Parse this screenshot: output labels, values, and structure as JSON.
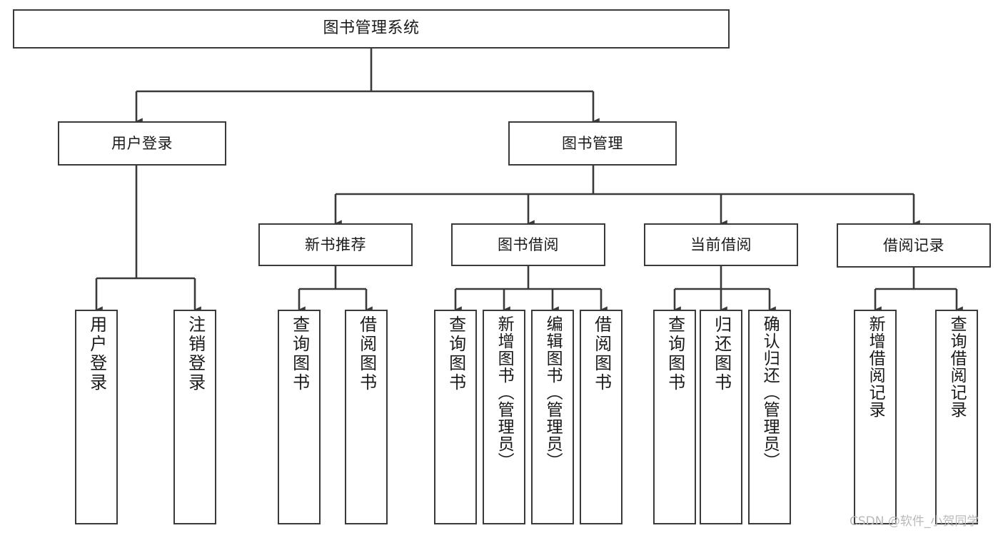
{
  "diagram": {
    "title": "图书管理系统",
    "type": "tree-hierarchy-diagram",
    "watermark": "CSDN @软件_小贺同学",
    "colors": {
      "stroke": "#3a3a3a",
      "fill": "#ffffff",
      "text": "#1a1a1a",
      "watermark": "#b9b9b9"
    },
    "nodes": {
      "root": {
        "label": "图书管理系统"
      },
      "level2": [
        {
          "id": "user-login",
          "label": "用户登录"
        },
        {
          "id": "book-manage",
          "label": "图书管理"
        }
      ],
      "level3": [
        {
          "id": "new-book-rec",
          "label": "新书推荐"
        },
        {
          "id": "book-borrow",
          "label": "图书借阅"
        },
        {
          "id": "current-borrow",
          "label": "当前借阅"
        },
        {
          "id": "borrow-record",
          "label": "借阅记录"
        }
      ],
      "leaves": {
        "user-login": [
          {
            "id": "leaf-user-login",
            "label": "用户登录"
          },
          {
            "id": "leaf-logout",
            "label": "注销登录"
          }
        ],
        "new-book-rec": [
          {
            "id": "leaf-query-book-1",
            "label": "查询图书"
          },
          {
            "id": "leaf-borrow-book-1",
            "label": "借阅图书"
          }
        ],
        "book-borrow": [
          {
            "id": "leaf-query-book-2",
            "label": "查询图书"
          },
          {
            "id": "leaf-add-book",
            "label": "新增图书（管理员）"
          },
          {
            "id": "leaf-edit-book",
            "label": "编辑图书（管理员）"
          },
          {
            "id": "leaf-borrow-book-2",
            "label": "借阅图书"
          }
        ],
        "current-borrow": [
          {
            "id": "leaf-query-book-3",
            "label": "查询图书"
          },
          {
            "id": "leaf-return-book",
            "label": "归还图书"
          },
          {
            "id": "leaf-confirm-return",
            "label": "确认归还（管理员）"
          }
        ],
        "borrow-record": [
          {
            "id": "leaf-add-record",
            "label": "新增借阅记录"
          },
          {
            "id": "leaf-query-record",
            "label": "查询借阅记录"
          }
        ]
      }
    }
  }
}
